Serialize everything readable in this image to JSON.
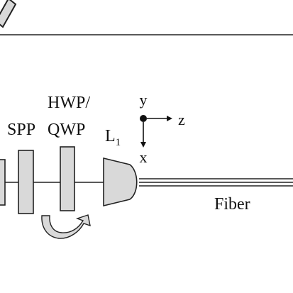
{
  "labels": {
    "spp": "SPP",
    "hwp_line1": "HWP/",
    "hwp_line2": "QWP",
    "lens": "L",
    "lens_sub": "1",
    "fiber": "Fiber"
  },
  "axes": {
    "y": "y",
    "z": "z",
    "x": "x"
  },
  "colors": {
    "component_fill": "#d9d9d9",
    "stroke": "#222222",
    "background": "#ffffff"
  }
}
